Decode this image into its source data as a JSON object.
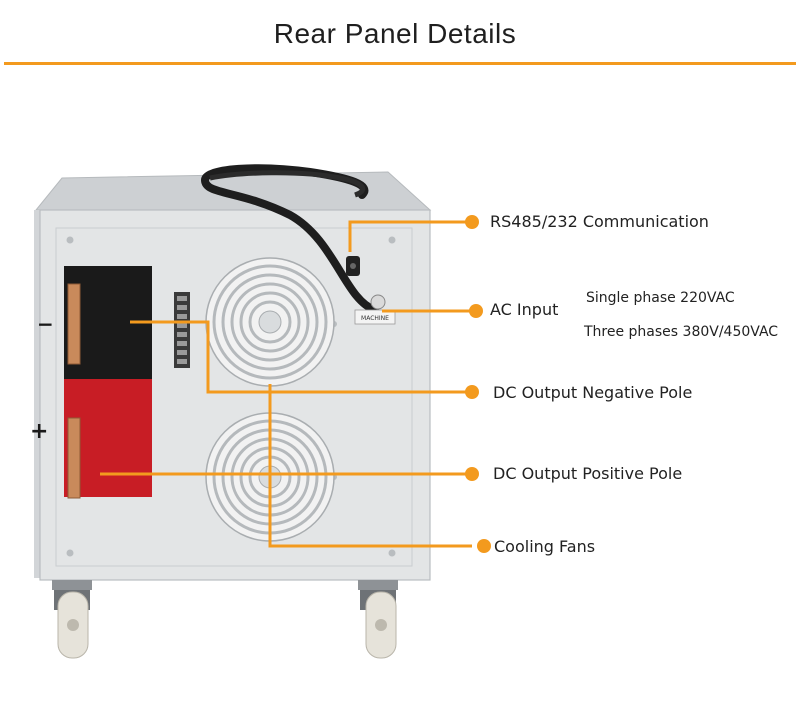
{
  "header": {
    "title": "Rear Panel Details"
  },
  "colors": {
    "accent": "#F39A1E",
    "cabinet": "#E3E5E6",
    "cabinet_top": "#CDD0D3",
    "terminal_black": "#1A1A1A",
    "terminal_red": "#C81D25",
    "copper": "#C98A5B"
  },
  "icons": {
    "fan_top": "fan-grille-icon",
    "fan_bottom": "fan-grille-icon",
    "caster_left": "caster-wheel-icon",
    "caster_right": "caster-wheel-icon"
  },
  "panel_marks": {
    "negative_sign": "−",
    "positive_sign": "+",
    "plate_label": "MACHINE"
  },
  "callouts": [
    {
      "id": "comm",
      "label": "RS485/232 Communication"
    },
    {
      "id": "ac",
      "label": "AC Input",
      "notes": [
        "Single phase 220VAC",
        "Three phases 380V/450VAC"
      ]
    },
    {
      "id": "dc_neg",
      "label": "DC Output Negative Pole"
    },
    {
      "id": "dc_pos",
      "label": "DC Output Positive Pole"
    },
    {
      "id": "fans",
      "label": "Cooling Fans"
    }
  ]
}
